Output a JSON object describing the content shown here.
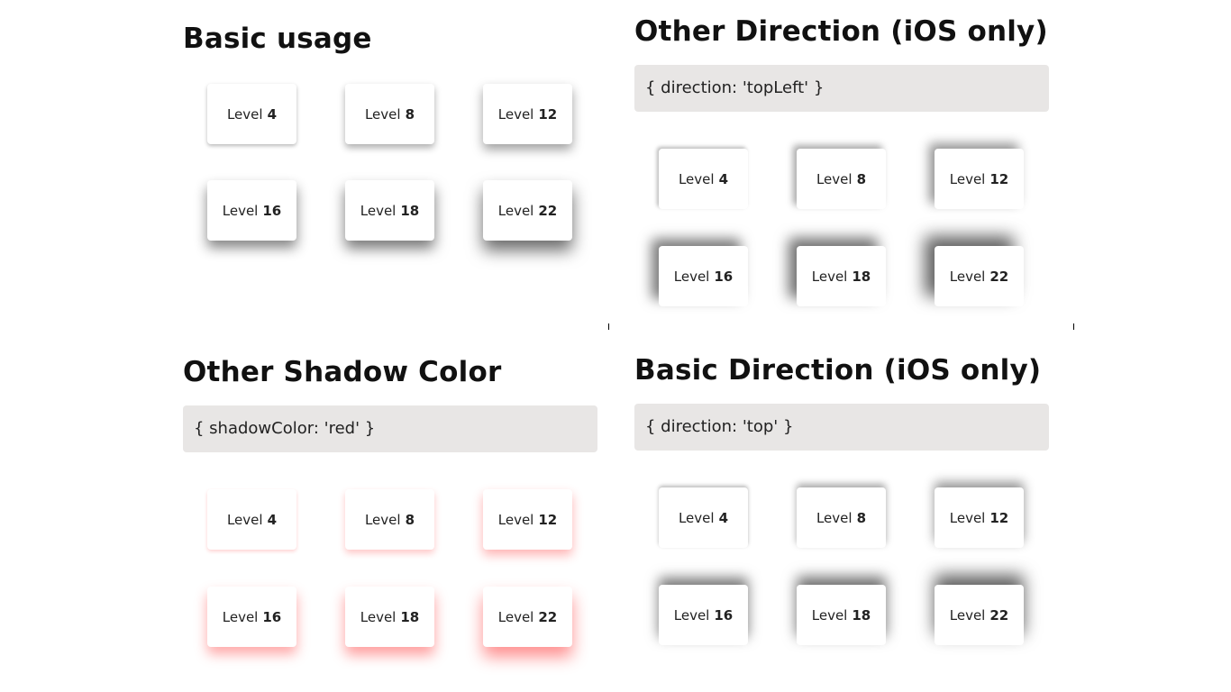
{
  "level_prefix": "Level",
  "panels": {
    "basic_usage": {
      "title": "Basic usage",
      "levels": [
        "4",
        "8",
        "12",
        "16",
        "18",
        "22"
      ]
    },
    "other_direction": {
      "title": "Other Direction (iOS only)",
      "code": "{ direction: 'topLeft' }",
      "levels": [
        "4",
        "8",
        "12",
        "16",
        "18",
        "22"
      ]
    },
    "other_shadow_color": {
      "title": "Other Shadow Color",
      "code": "{ shadowColor: 'red' }",
      "levels": [
        "4",
        "8",
        "12",
        "16",
        "18",
        "22"
      ]
    },
    "basic_direction": {
      "title": "Basic Direction (iOS only)",
      "code": "{ direction: 'top' }",
      "levels": [
        "4",
        "8",
        "12",
        "16",
        "18",
        "22"
      ]
    }
  },
  "colors": {
    "code_background": "#e8e6e5",
    "card_background": "#ffffff",
    "shadow_default": "#000000",
    "shadow_red": "#ff0000"
  }
}
